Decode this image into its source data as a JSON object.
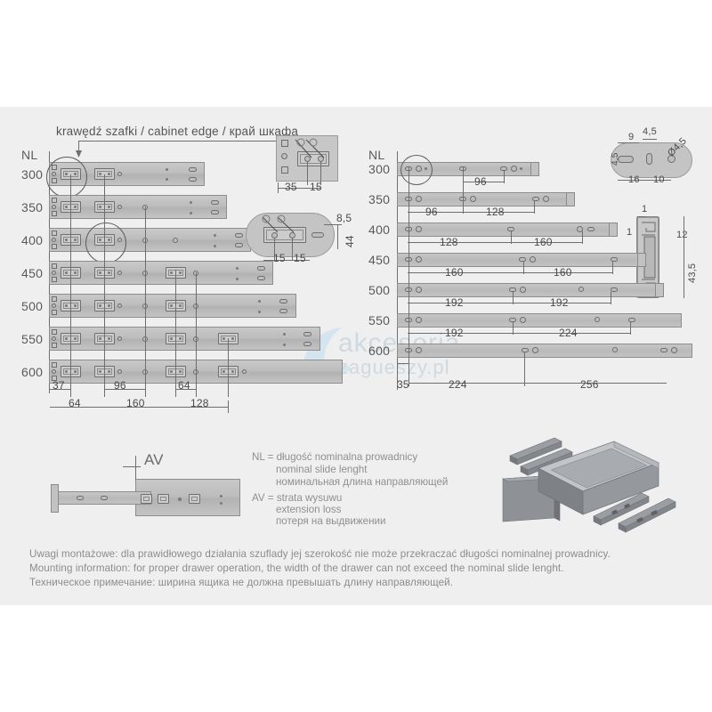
{
  "page": {
    "background": "#ffffff",
    "canvas_background": "#efefef"
  },
  "left_panel": {
    "header": "krawędź szafki / cabinet edge / край шкафа",
    "nl_label": "NL",
    "rows": [
      "300",
      "350",
      "400",
      "450",
      "500",
      "550",
      "600"
    ],
    "dims_upper": [
      "37",
      "96",
      "64"
    ],
    "dims_lower": [
      "64",
      "160",
      "128"
    ]
  },
  "right_panel": {
    "nl_label": "NL",
    "rows": [
      {
        "nl": "300",
        "dims": [
          "96"
        ]
      },
      {
        "nl": "350",
        "dims": [
          "96",
          "128"
        ]
      },
      {
        "nl": "400",
        "dims": [
          "128",
          "160"
        ]
      },
      {
        "nl": "450",
        "dims": [
          "160",
          "160"
        ]
      },
      {
        "nl": "500",
        "dims": [
          "192",
          "192"
        ]
      },
      {
        "nl": "550",
        "dims": [
          "192",
          "224"
        ]
      },
      {
        "nl": "600",
        "dims": [
          "35",
          "224",
          "256"
        ]
      }
    ]
  },
  "detail_top_middle": {
    "dims": [
      "35",
      "15"
    ]
  },
  "detail_middle": {
    "dims": [
      "8,5",
      "44",
      "15",
      "15"
    ]
  },
  "detail_top_right": {
    "dims": [
      "4,5",
      "9",
      "4,5",
      "Ø4,5",
      "16",
      "10"
    ]
  },
  "detail_section": {
    "dims": [
      "1",
      "1",
      "12",
      "43,5"
    ]
  },
  "av_detail": {
    "label": "AV"
  },
  "legend": {
    "nl": [
      "NL = długość nominalna prowadnicy",
      "nominal slide lenght",
      "номинальная длина направляющей"
    ],
    "av": [
      "AV = strata wysuwu",
      "extension loss",
      "потеря на выдвижении"
    ]
  },
  "notes": [
    "Uwagi montażowe: dla prawidłowego działania szuflady jej szerokość nie może przekraczać długości nominalnej prowadnicy.",
    "Mounting information: for proper drawer operation, the width of the drawer can not exceed the nominal slide lenght.",
    "Техническое примечание: ширина ящика не должна превышать длину направляющей."
  ],
  "watermark": {
    "line1": "akcesoria",
    "line2": "zagueszy.pl",
    "color": "#cfd9df"
  }
}
